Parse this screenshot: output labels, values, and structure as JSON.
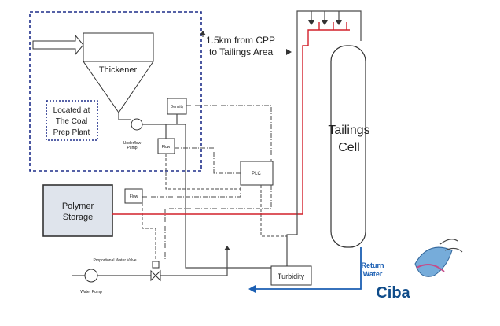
{
  "diagram": {
    "thickener_label": "Thickener",
    "location_note": [
      "Located at",
      "The Coal",
      "Prep Plant"
    ],
    "density_label": "Density",
    "underflow_pump_label": [
      "Underflow",
      "Pump"
    ],
    "flow_label_upper": "Flow",
    "flow_label_lower": "Flow",
    "plc_label": "PLC",
    "polymer_storage_label": [
      "Polymer",
      "Storage"
    ],
    "distance_note": [
      "1.5km from CPP",
      "to Tailings Area"
    ],
    "tailings_cell_label": [
      "Tailings",
      "Cell"
    ],
    "turbidity_label": "Turbidity",
    "proportional_valve_label": "Proportional Water Valve",
    "water_pump_label": "Water Pump",
    "return_water_label": [
      "Return",
      "Water"
    ],
    "logo_text": "Ciba",
    "colors": {
      "boundary_dashed": "#1f2f8a",
      "polymer_fill": "#dfe4ec",
      "polymer_line": "#d2202a",
      "return_water_line": "#1b5fb3",
      "logo_blue": "#0f4c8a"
    }
  }
}
